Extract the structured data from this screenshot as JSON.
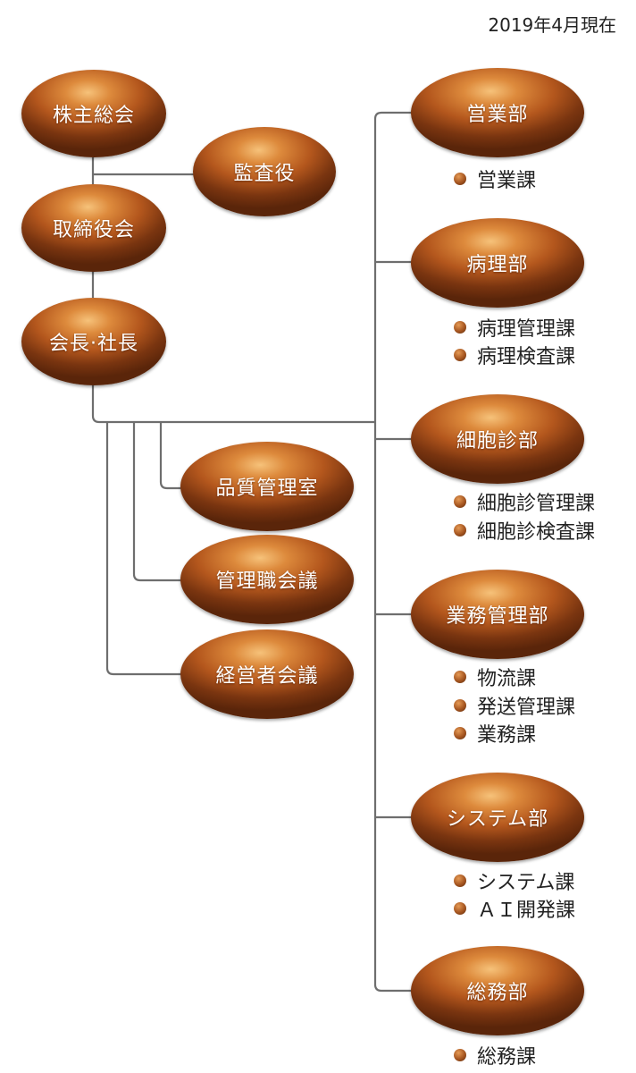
{
  "date_label": "2019年4月現在",
  "left_nodes": {
    "shareholders": "株主総会",
    "auditor": "監査役",
    "board": "取締役会",
    "chairman_president": "会長·社長"
  },
  "staff_nodes": {
    "quality": "品質管理室",
    "managers_meeting": "管理職会議",
    "executive_meeting": "経営者会議"
  },
  "departments": [
    {
      "name": "営業部",
      "sections": [
        "営業課"
      ]
    },
    {
      "name": "病理部",
      "sections": [
        "病理管理課",
        "病理検査課"
      ]
    },
    {
      "name": "細胞診部",
      "sections": [
        "細胞診管理課",
        "細胞診検査課"
      ]
    },
    {
      "name": "業務管理部",
      "sections": [
        "物流課",
        "発送管理課",
        "業務課"
      ]
    },
    {
      "name": "システム部",
      "sections": [
        "システム課",
        "ＡＩ開発課"
      ]
    },
    {
      "name": "総務部",
      "sections": [
        "総務課"
      ]
    }
  ]
}
